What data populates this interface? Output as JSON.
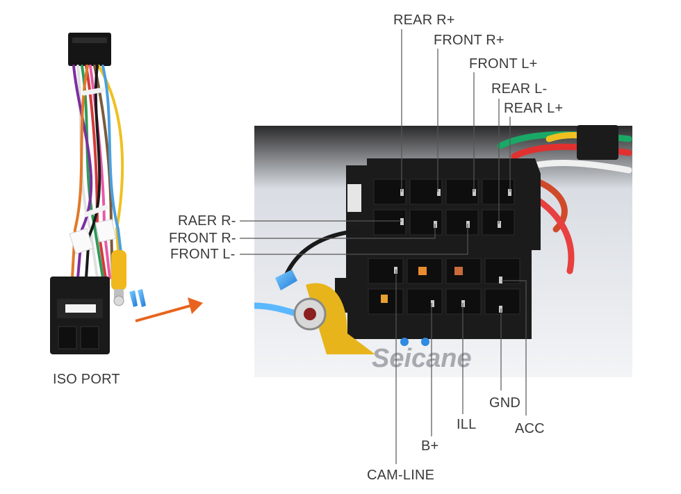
{
  "left_caption": "ISO PORT",
  "watermark": "Seicane",
  "pins_top": {
    "rear_r_plus": "REAR R+",
    "front_r_plus": "FRONT R+",
    "front_l_plus": "FRONT L+",
    "rear_l_minus": "REAR L-",
    "rear_l_plus": "REAR L+"
  },
  "pins_left": {
    "raer_r_minus": "RAER R-",
    "front_r_minus": "FRONT R-",
    "front_l_minus": "FRONT L-"
  },
  "pins_bottom": {
    "gnd": "GND",
    "ill": "ILL",
    "acc": "ACC",
    "b_plus": "B+",
    "cam_line": "CAM-LINE"
  },
  "colors": {
    "arrow": "#e8641e",
    "connector": "#1b1b1b",
    "leader_line": "#555555",
    "label_text": "#3a3a3a"
  }
}
